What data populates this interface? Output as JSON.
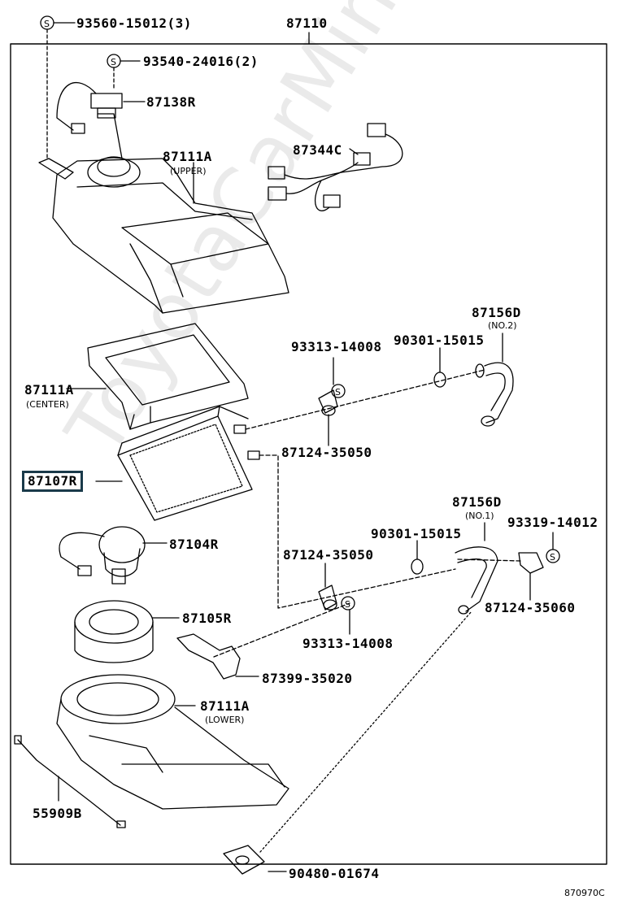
{
  "assembly": "87110",
  "labels": {
    "s1": "93560-15012(3)",
    "s2": "93540-24016(2)",
    "p87138R": "87138R",
    "p87111A_upper": "87111A",
    "upper": "(UPPER)",
    "p87344C": "87344C",
    "p87156D_no2": "87156D",
    "no2": "(NO.2)",
    "p90301_a": "90301-15015",
    "p93313_a": "93313-14008",
    "p87111A_center": "87111A",
    "center": "(CENTER)",
    "p87124_a": "87124-35050",
    "p87107R": "87107R",
    "p87156D_no1": "87156D",
    "no1": "(NO.1)",
    "p93319": "93319-14012",
    "p90301_b": "90301-15015",
    "p87104R": "87104R",
    "p87124_b": "87124-35050",
    "p87124_c": "87124-35060",
    "p87105R": "87105R",
    "p93313_b": "93313-14008",
    "p87399": "87399-35020",
    "p87111A_lower": "87111A",
    "lower": "(LOWER)",
    "p55909B": "55909B",
    "p90480": "90480-01674"
  },
  "watermark": "ToyotaCarMine.ru",
  "diagram_code": "870970C"
}
